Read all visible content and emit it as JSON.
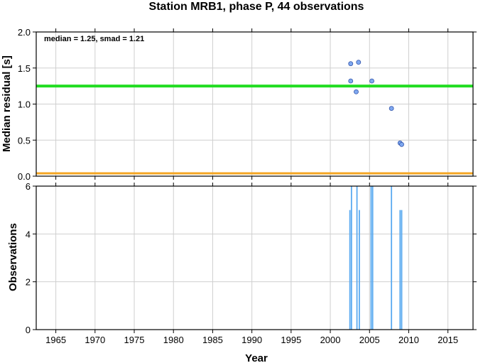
{
  "chart_data": [
    {
      "type": "scatter",
      "title": "Station MRB1, phase P, 44 observations",
      "ylabel": "Median residual [s]",
      "annotation": "median = 1.25, smad = 1.21",
      "xlim": [
        1962.5,
        2018.2
      ],
      "ylim": [
        0,
        2.0
      ],
      "xticks": [
        1965,
        1970,
        1975,
        1980,
        1985,
        1990,
        1995,
        2000,
        2005,
        2010,
        2015
      ],
      "yticks": [
        0.0,
        0.5,
        1.0,
        1.5,
        2.0
      ],
      "ytick_labels": [
        "0.0",
        "0.5",
        "1.0",
        "1.5",
        "2.0"
      ],
      "grid": true,
      "median_line": 1.25,
      "median_line_color": "#22dd22",
      "baseline_line": 0.04,
      "baseline_line_color": "#f5a623",
      "point_color": "#7fa8f0",
      "points": [
        {
          "x": 2002.6,
          "y": 1.56
        },
        {
          "x": 2002.6,
          "y": 1.32
        },
        {
          "x": 2003.3,
          "y": 1.17
        },
        {
          "x": 2003.6,
          "y": 1.58
        },
        {
          "x": 2005.3,
          "y": 1.32
        },
        {
          "x": 2007.8,
          "y": 0.94
        },
        {
          "x": 2008.9,
          "y": 0.46
        },
        {
          "x": 2009.1,
          "y": 0.44
        }
      ]
    },
    {
      "type": "bar",
      "xlabel": "Year",
      "ylabel": "Observations",
      "xlim": [
        1962.5,
        2018.2
      ],
      "ylim": [
        0,
        6
      ],
      "xticks": [
        1965,
        1970,
        1975,
        1980,
        1985,
        1990,
        1995,
        2000,
        2005,
        2010,
        2015
      ],
      "yticks": [
        0,
        2,
        4,
        6
      ],
      "grid": true,
      "bar_color": "#5aaaf0",
      "bars": [
        {
          "x": 2002.5,
          "value": 5
        },
        {
          "x": 2002.7,
          "value": 6
        },
        {
          "x": 2003.4,
          "value": 6
        },
        {
          "x": 2003.7,
          "value": 5
        },
        {
          "x": 2005.2,
          "value": 6
        },
        {
          "x": 2005.4,
          "value": 6
        },
        {
          "x": 2007.8,
          "value": 6
        },
        {
          "x": 2008.9,
          "value": 5
        },
        {
          "x": 2009.1,
          "value": 5
        }
      ]
    }
  ]
}
